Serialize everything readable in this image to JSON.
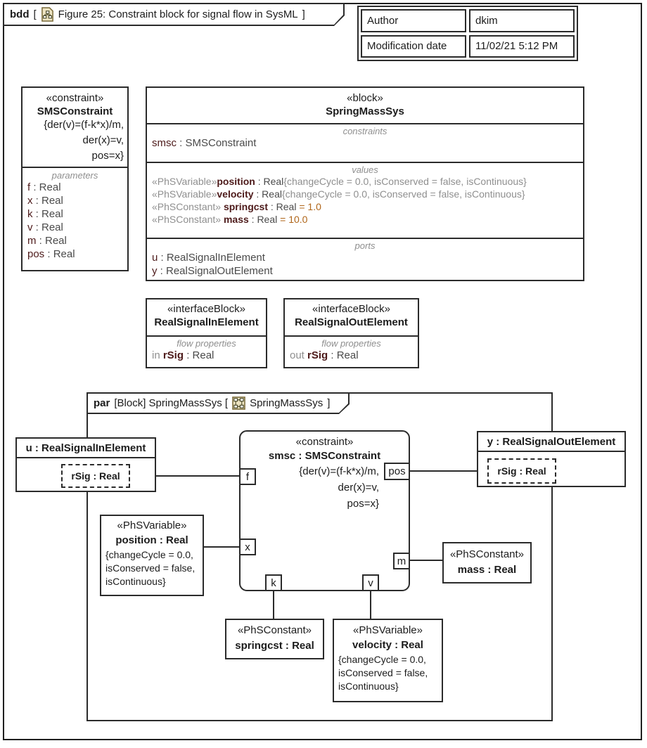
{
  "bdd_frame": {
    "kind": "bdd",
    "title_prefix": "[",
    "title": "Figure 25: Constraint block for signal flow in SysML",
    "title_suffix": "]"
  },
  "info_table": {
    "rows": [
      {
        "label": "Author",
        "value": "dkim"
      },
      {
        "label": "Modification date",
        "value": "11/02/21 5:12 PM"
      }
    ]
  },
  "sms_constraint_block": {
    "stereotype": "«constraint»",
    "name": "SMSConstraint",
    "equations": [
      "{der(v)=(f-k*x)/m,",
      "der(x)=v,",
      "pos=x}"
    ],
    "compartment_label": "parameters",
    "parameters": [
      {
        "name": "f",
        "type": " : Real"
      },
      {
        "name": "x",
        "type": " : Real"
      },
      {
        "name": "k",
        "type": " : Real"
      },
      {
        "name": "v",
        "type": " : Real"
      },
      {
        "name": "m",
        "type": " : Real"
      },
      {
        "name": "pos",
        "type": " : Real"
      }
    ]
  },
  "spring_mass_sys_block": {
    "stereotype": "«block»",
    "name": "SpringMassSys",
    "constraints_label": "constraints",
    "constraint_item": {
      "name": "smsc",
      "type": " : SMSConstraint"
    },
    "values_label": "values",
    "values": [
      {
        "stereotype": "«PhSVariable»",
        "name": "position",
        "type": " : Real",
        "constraint": "{changeCycle = 0.0, isConserved = false, isContinuous}"
      },
      {
        "stereotype": "«PhSVariable»",
        "name": "velocity",
        "type": " : Real",
        "constraint": "{changeCycle = 0.0, isConserved = false, isContinuous}"
      },
      {
        "stereotype": "«PhSConstant» ",
        "name": "springcst",
        "type": " : Real",
        "value": " = 1.0"
      },
      {
        "stereotype": "«PhSConstant» ",
        "name": "mass",
        "type": " : Real",
        "value": " = 10.0"
      }
    ],
    "ports_label": "ports",
    "ports": [
      {
        "name": "u",
        "type": " : RealSignalInElement"
      },
      {
        "name": "y",
        "type": " : RealSignalOutElement"
      }
    ]
  },
  "interface_in_block": {
    "stereotype": "«interfaceBlock»",
    "name": "RealSignalInElement",
    "compartment_label": "flow properties",
    "direction": "in ",
    "prop_name": "rSig",
    "prop_type": " : Real"
  },
  "interface_out_block": {
    "stereotype": "«interfaceBlock»",
    "name": "RealSignalOutElement",
    "compartment_label": "flow properties",
    "direction": "out ",
    "prop_name": "rSig",
    "prop_type": " : Real"
  },
  "par_frame": {
    "kind": "par",
    "title": "[Block] SpringMassSys [",
    "icon_label": "SpringMassSys",
    "title_suffix": "]"
  },
  "par_diagram": {
    "u_part": {
      "title": "u : RealSignalInElement",
      "pin": "rSig : Real"
    },
    "y_part": {
      "title": "y : RealSignalOutElement",
      "pin": "rSig : Real"
    },
    "constraint_property": {
      "stereotype": "«constraint»",
      "name": "smsc : SMSConstraint",
      "equations": [
        "{der(v)=(f-k*x)/m,",
        "der(x)=v,",
        "pos=x}"
      ],
      "ports": {
        "f": "f",
        "x": "x",
        "k": "k",
        "v": "v",
        "pos": "pos",
        "m": "m"
      }
    },
    "position_box": {
      "stereotype": "«PhSVariable»",
      "name": "position : Real",
      "constraint_lines": [
        "{changeCycle = 0.0,",
        "isConserved = false,",
        "isContinuous}"
      ]
    },
    "mass_box": {
      "stereotype": "«PhSConstant»",
      "name": "mass : Real"
    },
    "springcst_box": {
      "stereotype": "«PhSConstant»",
      "name": "springcst : Real"
    },
    "velocity_box": {
      "stereotype": "«PhSVariable»",
      "name": "velocity : Real",
      "constraint_lines": [
        "{changeCycle = 0.0,",
        "isConserved = false,",
        "isContinuous}"
      ]
    }
  },
  "colors": {
    "border": "#2b2b2b",
    "text": "#1c1c1c",
    "stereotype_muted": "#8f8f8f",
    "property_name": "#4d1a1a",
    "type_text": "#4a4a4a",
    "default_value": "#b0661a",
    "icon_fill": "#ece3c1",
    "icon_stroke": "#7a6b3a"
  }
}
